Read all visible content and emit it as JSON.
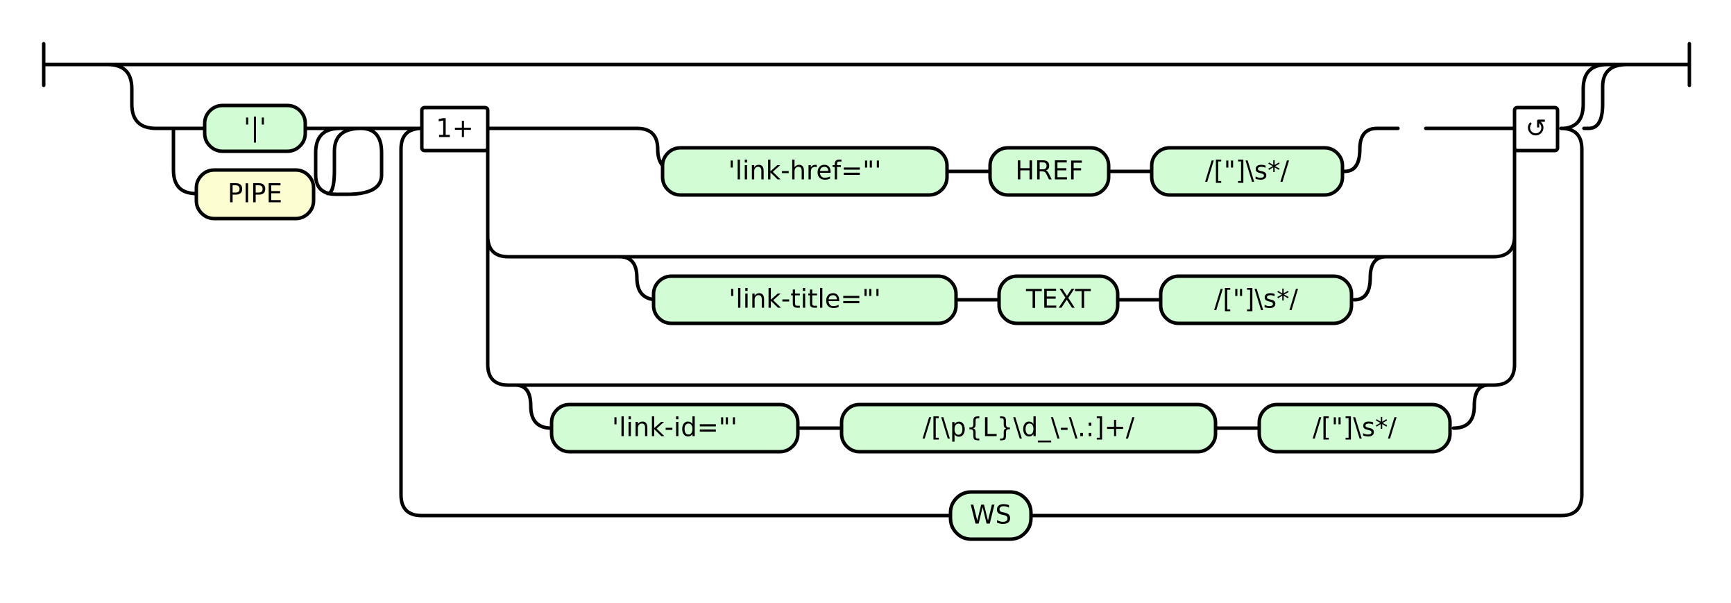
{
  "diagram": {
    "type": "railroad",
    "separator": {
      "terminal_pipe": "'|'",
      "nonterminal_pipe": "PIPE"
    },
    "repeat": {
      "one_or_more_label": "1+",
      "loop_label": "↺"
    },
    "alternatives": [
      {
        "items": [
          "'link-href=\"'",
          "HREF",
          "/[\"]\\s*/"
        ]
      },
      {
        "items": [
          "'link-title=\"'",
          "TEXT",
          "/[\"]\\s*/"
        ]
      },
      {
        "items": [
          "'link-id=\"'",
          "/[\\p{L}\\d_\\-\\.:]+/",
          "/[\"]\\s*/"
        ]
      }
    ],
    "repeat_separator": "WS"
  }
}
